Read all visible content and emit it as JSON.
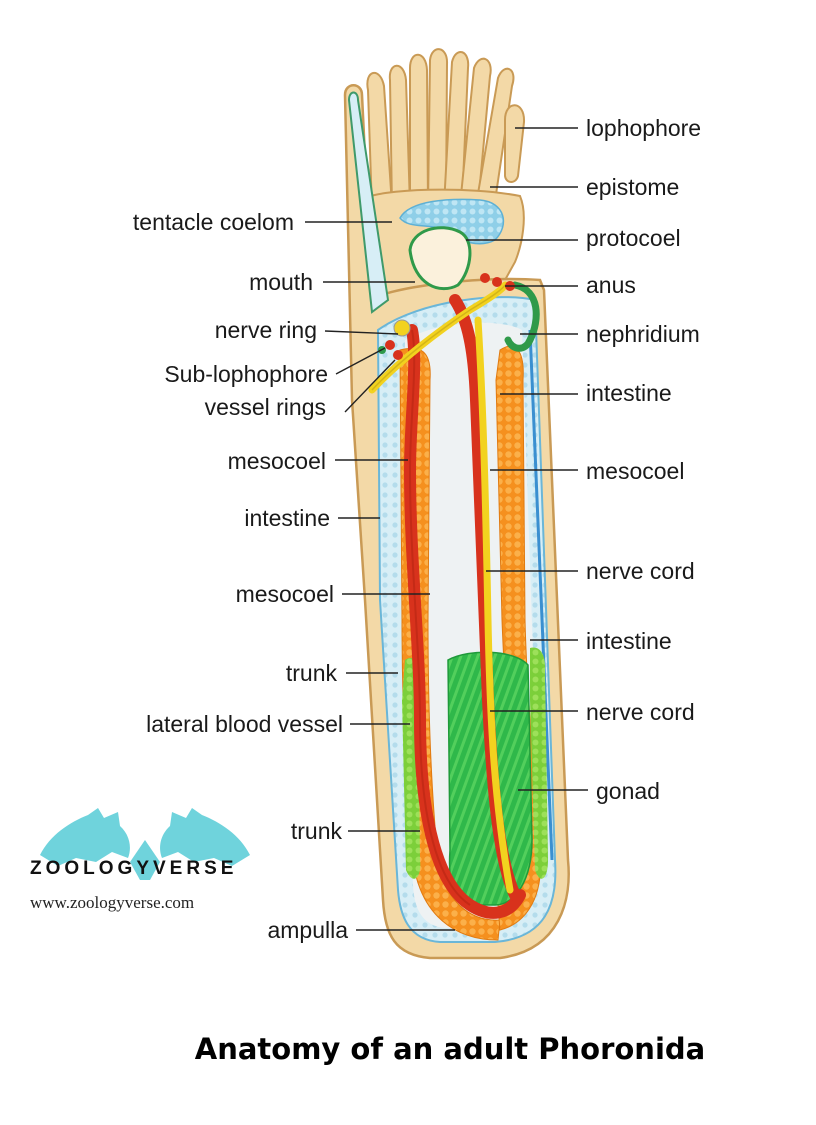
{
  "diagram": {
    "labels": {
      "lophophore": "lophophore",
      "epistome": "epistome",
      "protocoel": "protocoel",
      "anus": "anus",
      "nephridium": "nephridium",
      "intestine_right_top": "intestine",
      "mesocoel_right": "mesocoel",
      "nerve_cord_right_top": "nerve cord",
      "intestine_right_bottom": "intestine",
      "nerve_cord_right_bottom": "nerve cord",
      "gonad": "gonad",
      "tentacle_coelom": "tentacle coelom",
      "mouth": "mouth",
      "nerve_ring": "nerve ring",
      "sub_lophophore_line1": "Sub-lophophore",
      "sub_lophophore_line2": "vessel rings",
      "mesocoel_left_top": "mesocoel",
      "intestine_left": "intestine",
      "mesocoel_left_bottom": "mesocoel",
      "trunk_upper": "trunk",
      "lateral_blood_vessel": "lateral blood vessel",
      "trunk_lower": "trunk",
      "ampulla": "ampulla"
    },
    "colors": {
      "body_wall": "#f3d9a7",
      "body_outline": "#c99a55",
      "coelom_blue": "#bfe3f0",
      "intestine_orange": "#f5901e",
      "blood_vessel_red": "#d8321c",
      "nerve_yellow": "#f2d21f",
      "gonad_green": "#2fb84a",
      "lateral_green": "#7ccf3a",
      "protocoel_blue": "#8fcfe8"
    }
  },
  "watermark": {
    "brand": "ZOOLOGYVERSE",
    "url": "www.zoologyverse.com",
    "color": "#6fd3dc"
  },
  "caption": "Anatomy of an adult Phoronida"
}
